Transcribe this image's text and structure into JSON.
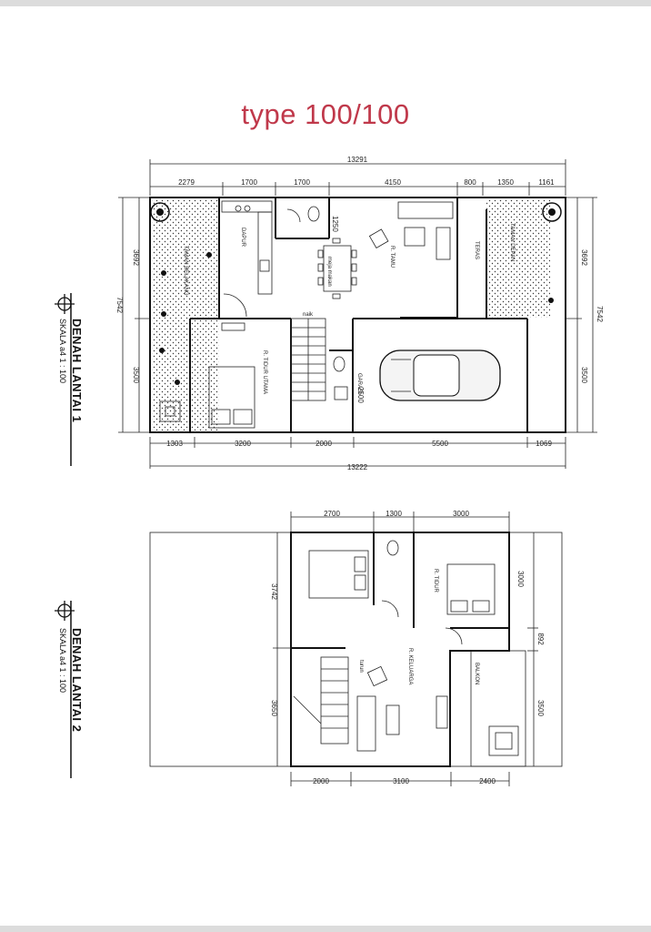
{
  "title": "type 100/100",
  "floor1": {
    "caption": "DENAH LANTAI 1",
    "scale": "SKALA a4 1 : 100",
    "dims_top_total": "13291",
    "dims_top": [
      "2279",
      "1700",
      "1700",
      "4150",
      "800",
      "1350",
      "1161"
    ],
    "dims_left_total": "7542",
    "dims_left": [
      "3692",
      "3500"
    ],
    "dims_right_total": "7542",
    "dims_right": [
      "3692",
      "3500"
    ],
    "dims_bottom": [
      "1303",
      "3200",
      "2000",
      "5500",
      "1069"
    ],
    "dims_bottom_total": "13222",
    "dim_1250": "1250",
    "dim_2500": "2500",
    "rooms": {
      "taman_belakang": "TAMAN BELAKANG",
      "dapur": "DAPUR",
      "meja_makan": "meja makan",
      "r_tamu": "R. TAMU",
      "teras": "TERAS",
      "taman_depan": "TAMAN DEPAN",
      "r_tidur_utama": "R. TIDUR UTAMA",
      "garasi": "GARASI",
      "naik": "naik"
    }
  },
  "floor2": {
    "caption": "DENAH LANTAI 2",
    "scale": "SKALA a4 1 : 100",
    "dims_top": [
      "2700",
      "1300",
      "3000"
    ],
    "dims_left": [
      "3742",
      "3650"
    ],
    "dims_right": [
      "3000",
      "892",
      "3500"
    ],
    "dims_bottom": [
      "2000",
      "3100",
      "2400"
    ],
    "rooms": {
      "r_tidur": "R. TIDUR",
      "r_keluarga": "R. KELUARGA",
      "balkon": "BALKON",
      "turun": "turun"
    }
  },
  "colors": {
    "title": "#c0394b",
    "lines": "#111111"
  }
}
